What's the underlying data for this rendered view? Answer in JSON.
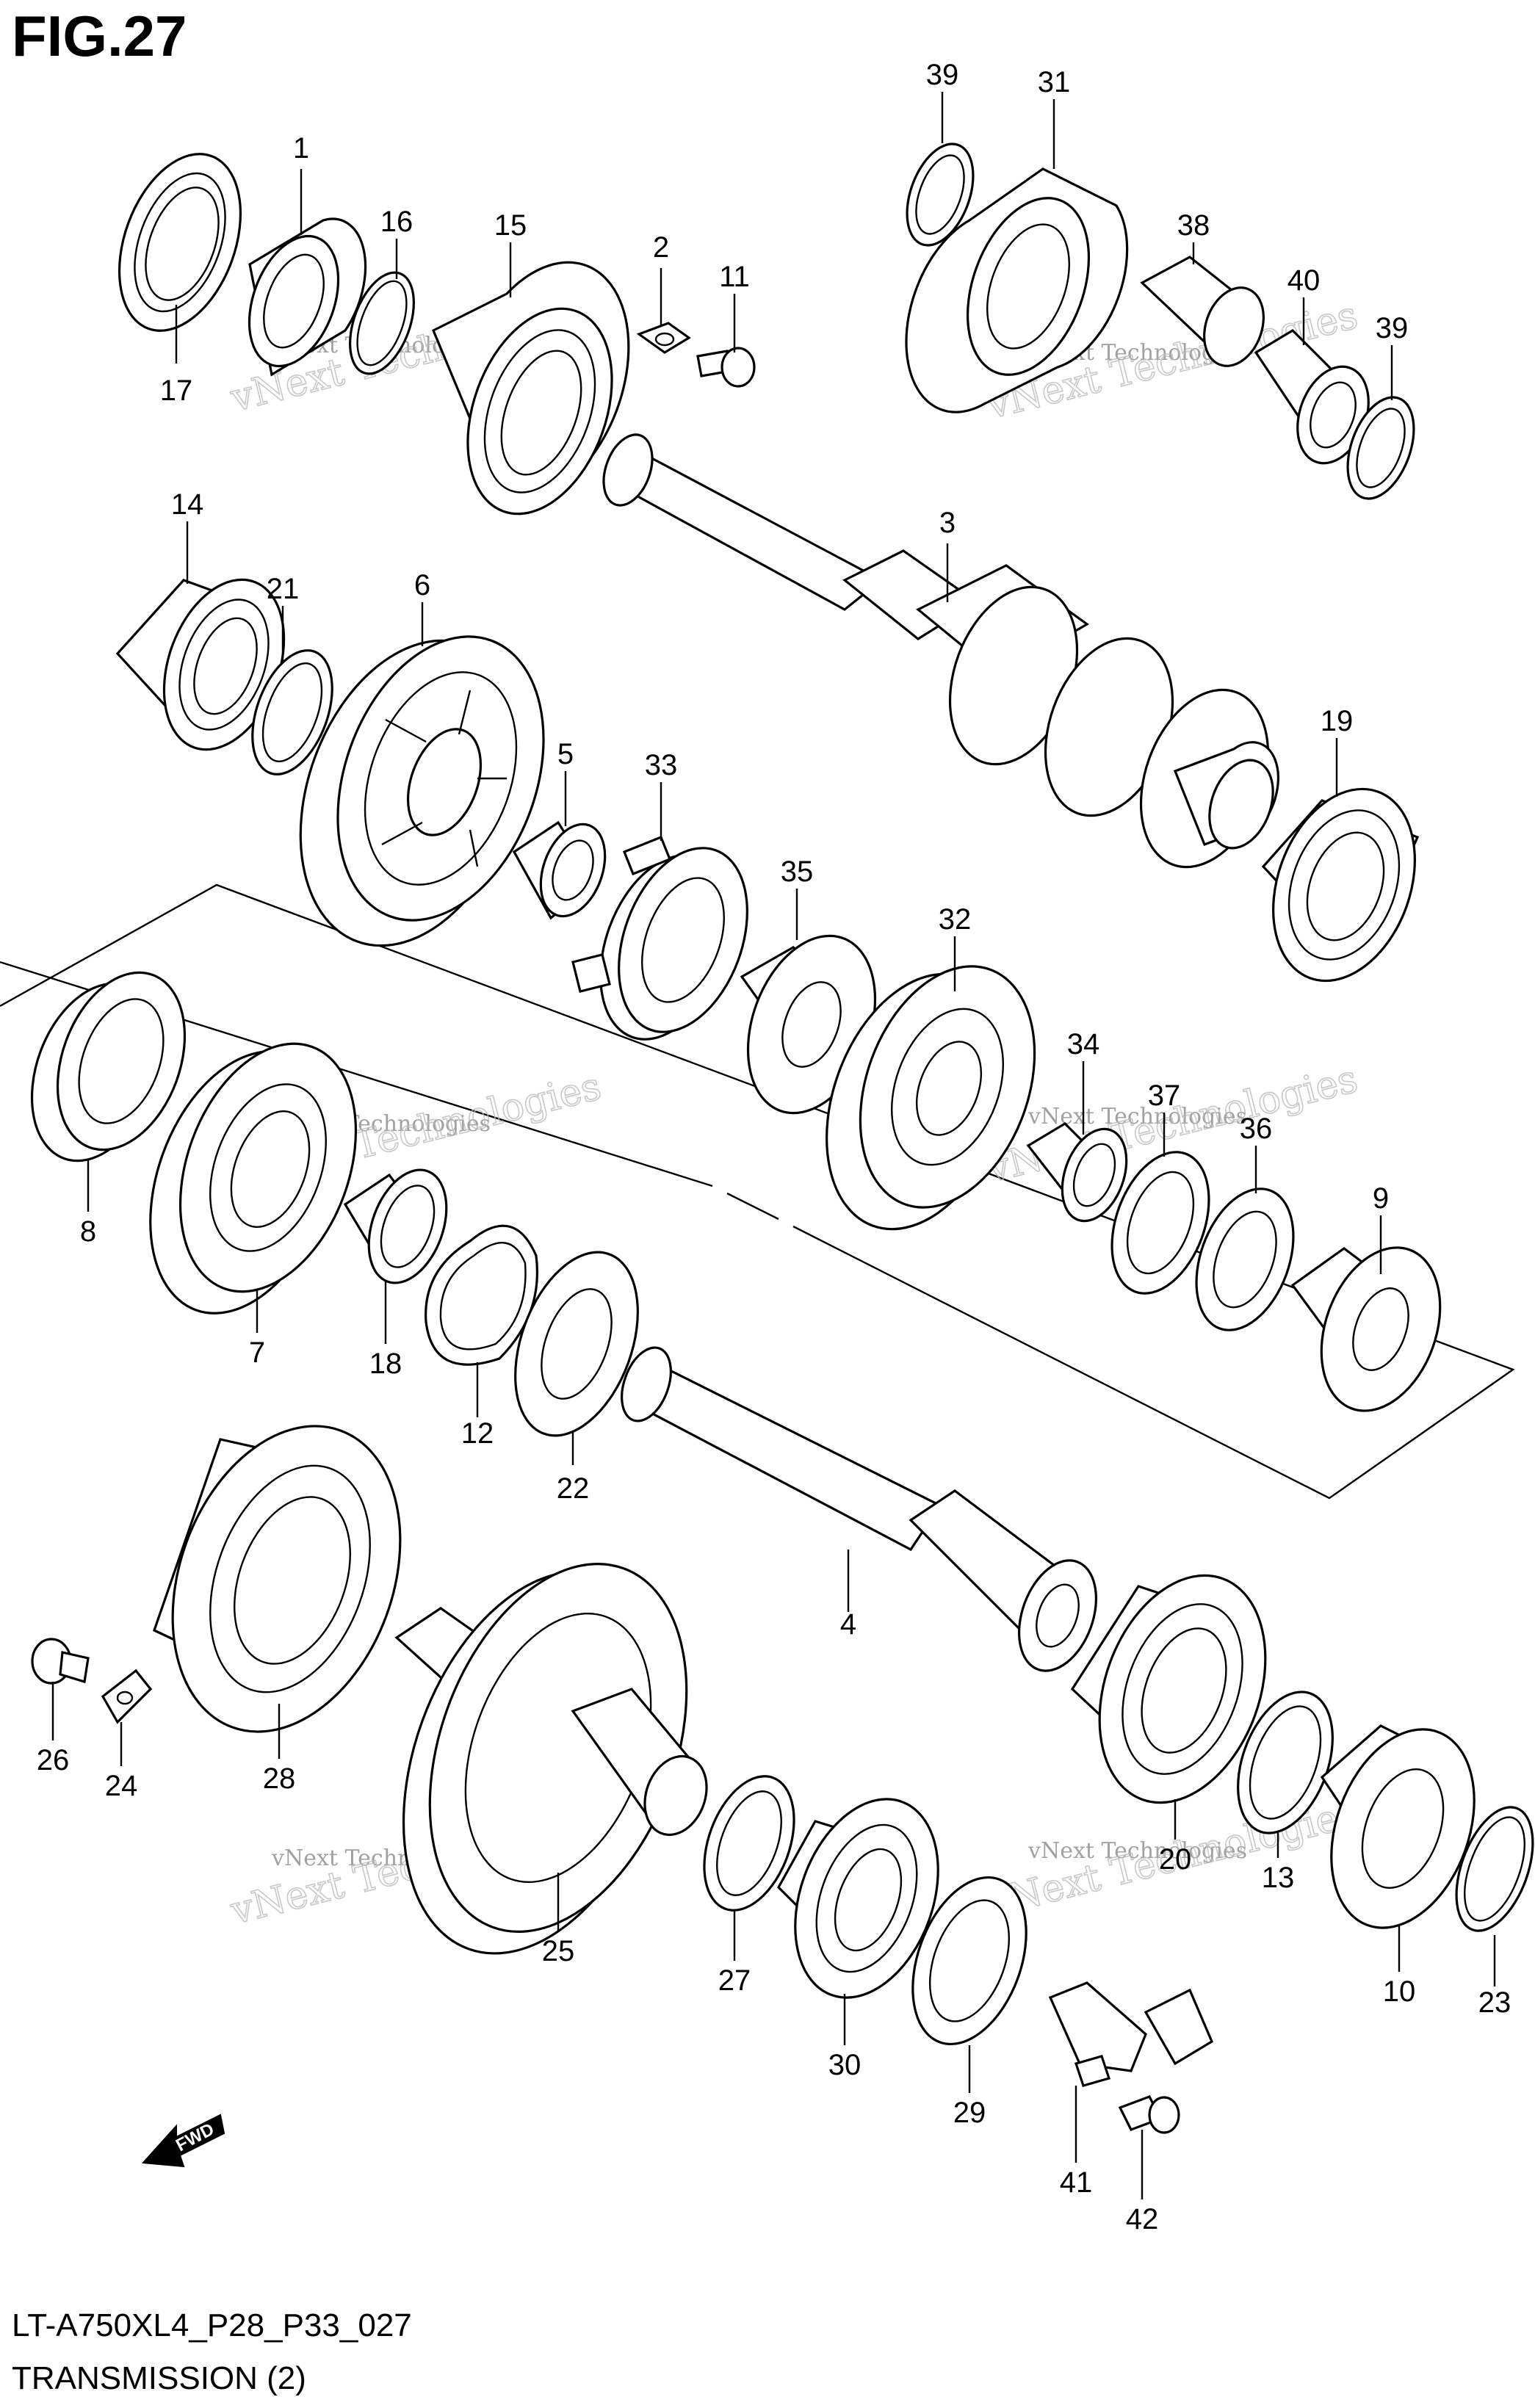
{
  "figure": {
    "title": "FIG.27",
    "code": "LT-A750XL4_P28_P33_027",
    "name": "TRANSMISSION (2)"
  },
  "watermark": {
    "line1": "vNext Technologies",
    "line2": "vNext Technologies"
  },
  "direction_marker": {
    "label": "FWD",
    "icon": "fwd-arrow-icon"
  },
  "parts": [
    {
      "id": "1"
    },
    {
      "id": "2"
    },
    {
      "id": "3"
    },
    {
      "id": "4"
    },
    {
      "id": "5"
    },
    {
      "id": "6"
    },
    {
      "id": "7"
    },
    {
      "id": "8"
    },
    {
      "id": "9"
    },
    {
      "id": "10"
    },
    {
      "id": "11"
    },
    {
      "id": "12"
    },
    {
      "id": "13"
    },
    {
      "id": "14"
    },
    {
      "id": "15"
    },
    {
      "id": "16"
    },
    {
      "id": "17"
    },
    {
      "id": "18"
    },
    {
      "id": "19"
    },
    {
      "id": "20"
    },
    {
      "id": "21"
    },
    {
      "id": "22"
    },
    {
      "id": "23"
    },
    {
      "id": "24"
    },
    {
      "id": "25"
    },
    {
      "id": "26"
    },
    {
      "id": "27"
    },
    {
      "id": "28"
    },
    {
      "id": "29"
    },
    {
      "id": "30"
    },
    {
      "id": "31"
    },
    {
      "id": "32"
    },
    {
      "id": "33"
    },
    {
      "id": "34"
    },
    {
      "id": "35"
    },
    {
      "id": "36"
    },
    {
      "id": "37"
    },
    {
      "id": "38"
    },
    {
      "id": "39"
    },
    {
      "id": "40"
    },
    {
      "id": "41"
    },
    {
      "id": "42"
    }
  ]
}
